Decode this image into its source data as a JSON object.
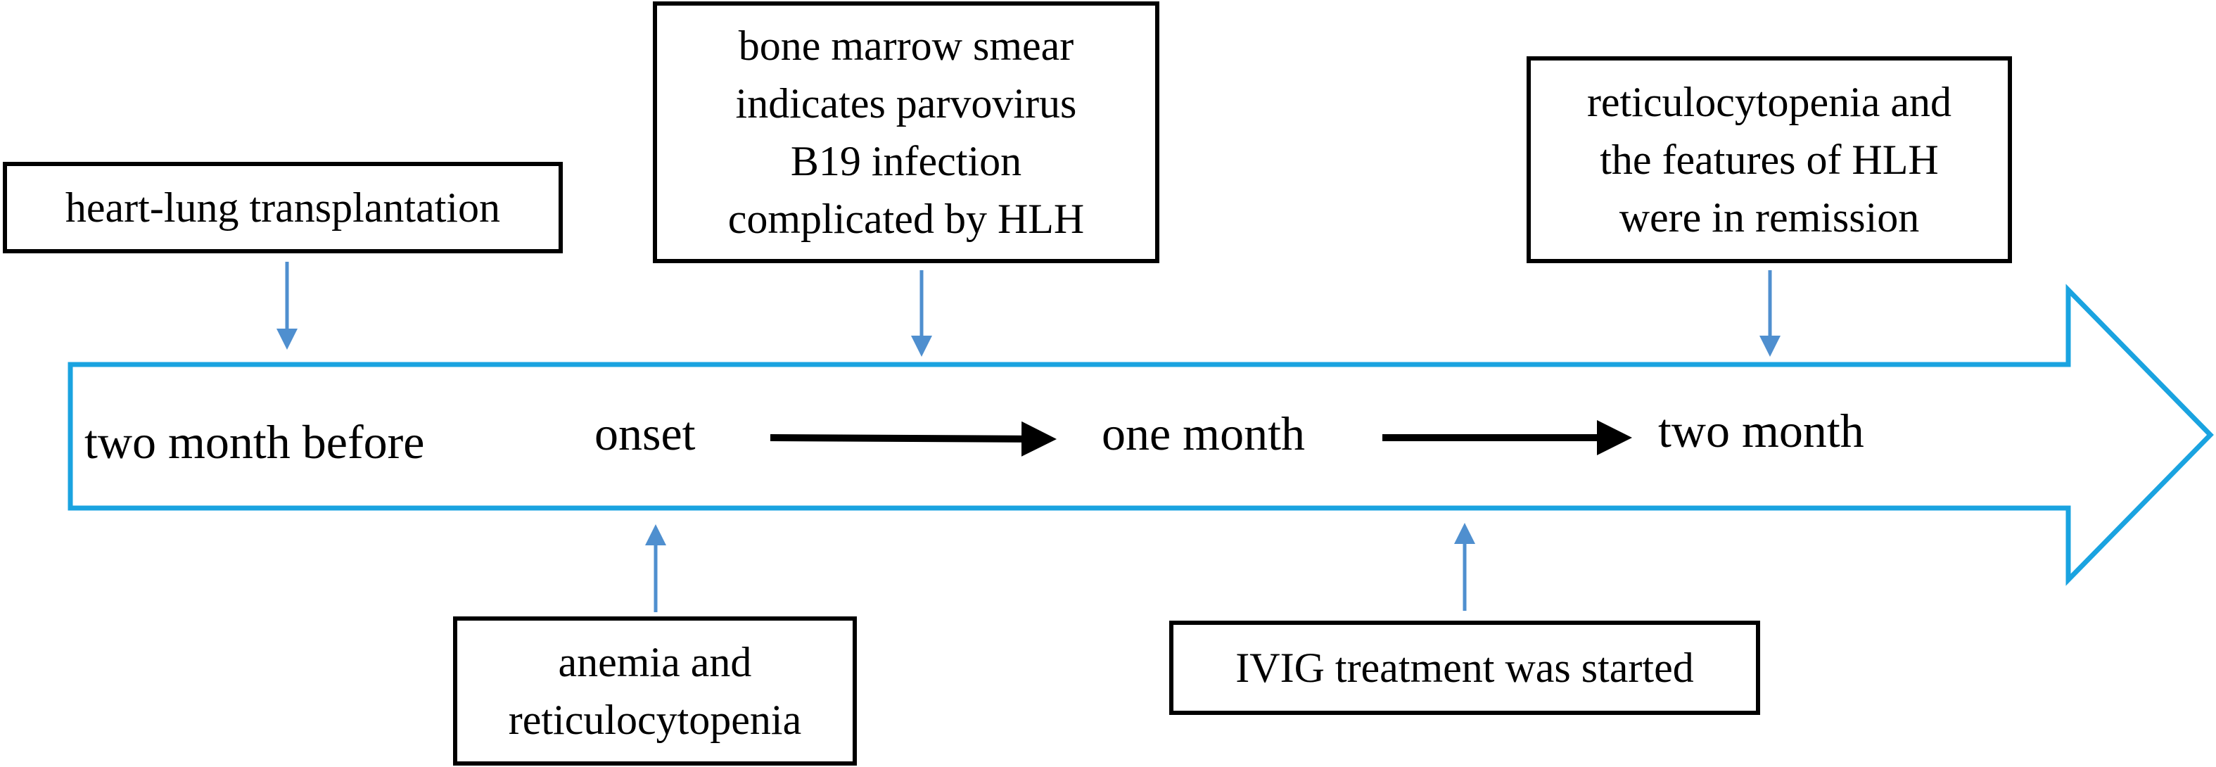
{
  "colors": {
    "timeline_outline": "#1aa3e0",
    "event_arrow": "#4f8fcf",
    "progress_arrow": "#000000",
    "box_border": "#000000"
  },
  "timeline": {
    "labels": {
      "two_month_before": "two month before",
      "onset": "onset",
      "one_month": "one month",
      "two_month": "two month"
    }
  },
  "events": {
    "transplant": "heart-lung transplantation",
    "bone_marrow": "bone marrow smear\nindicates parvovirus\nB19 infection\ncomplicated by HLH",
    "remission": "reticulocytopenia and\nthe features of HLH\nwere in remission",
    "anemia": "anemia and\nreticulocytopenia",
    "ivig": "IVIG treatment was started"
  }
}
